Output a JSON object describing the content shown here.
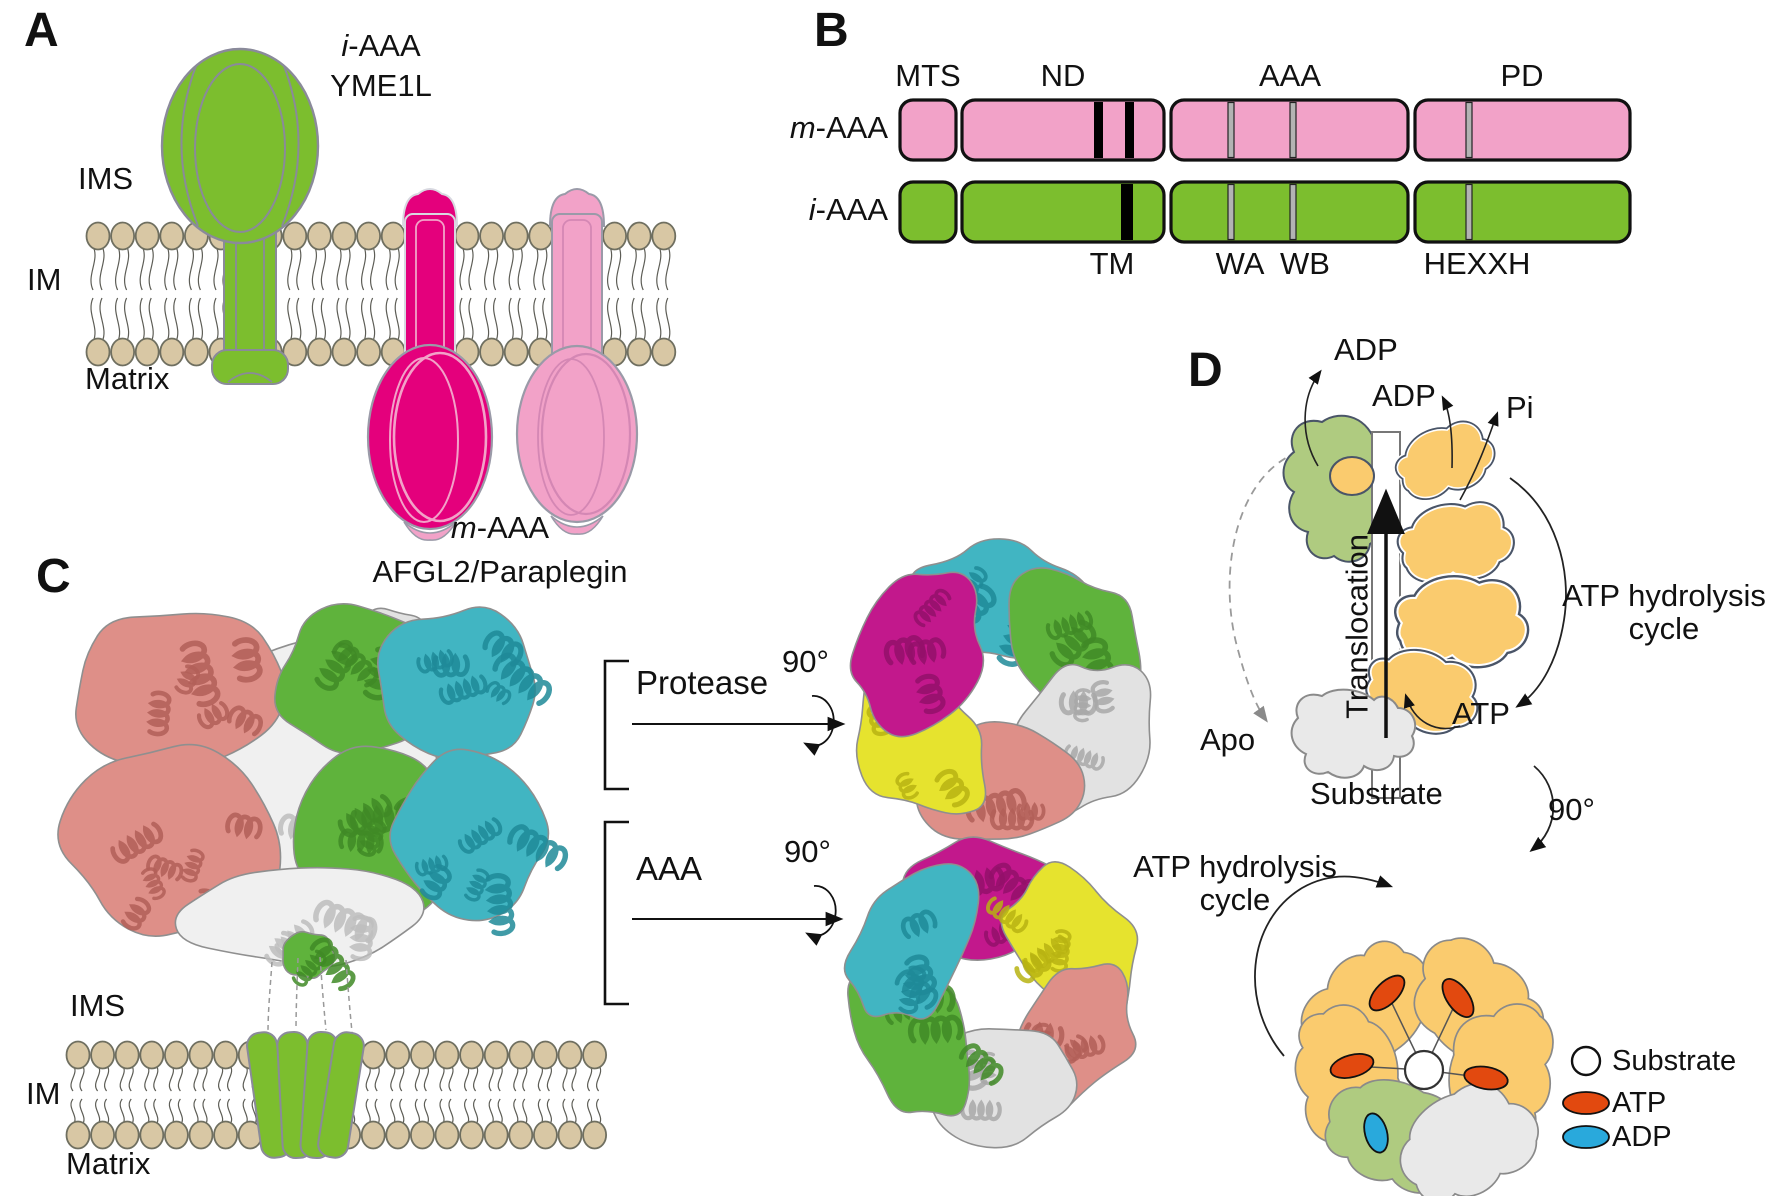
{
  "palette": {
    "green": "#7CBE2E",
    "greenDark": "#55901c",
    "pink": "#F2A2C8",
    "pinkDark": "#d487b4",
    "magenta": "#E4007C",
    "lipidHead": "#D8C7A4",
    "lipidStroke": "#6f6f60",
    "salmon": "#DE8F88",
    "salmonDark": "#b25f58",
    "ribbonWhite": "#F0F0F0",
    "ribbonWhiteDark": "#bdbdbd",
    "ribbonGray": "#E2E2E2",
    "ribbonGrayDark": "#a8a8a8",
    "ribbonGreen": "#5FB33C",
    "ribbonGreenDark": "#3f8a26",
    "cyan": "#41B5C2",
    "cyanDark": "#1f8a98",
    "ribbonMagenta": "#C2188C",
    "ribbonMagentaDark": "#93106a",
    "yellow": "#E6E32E",
    "yellowDark": "#b7b312",
    "dOrange": "#FACB6E",
    "dOrangeStroke": "#4a5568",
    "dGreen": "#AFCB80",
    "dGray": "#E9E9E9",
    "atpRed": "#E2490F",
    "adpBlue": "#29A9DC",
    "ink": "#111111"
  },
  "panelA": {
    "letter": "A",
    "protein1": {
      "prefix": "i",
      "rest": "-AAA",
      "name": "YME1L"
    },
    "ims": "IMS",
    "im": "IM",
    "matrix": "Matrix",
    "protein2": {
      "prefix": "m",
      "rest": "-AAA",
      "name": "AFGL2/Paraplegin"
    }
  },
  "panelB": {
    "letter": "B",
    "rows": [
      {
        "prefix": "m",
        "rest": "-AAA"
      },
      {
        "prefix": "i",
        "rest": "-AAA"
      }
    ],
    "domain_labels": [
      "MTS",
      "ND",
      "AAA",
      "PD"
    ],
    "motif_labels": [
      "TM",
      "WA",
      "WB",
      "HEXXH"
    ]
  },
  "panelC": {
    "letter": "C",
    "bracket1": "Protease",
    "bracket2": "AAA",
    "rotation1": "90°",
    "rotation2": "90°",
    "ims": "IMS",
    "im": "IM",
    "matrix": "Matrix"
  },
  "panelD": {
    "letter": "D",
    "adp_release1": "ADP",
    "adp_release2": "ADP",
    "pi": "Pi",
    "translocation": "Translocation",
    "apo": "Apo",
    "atp": "ATP",
    "substrate": "Substrate",
    "cycle_side_line1": "ATP hydrolysis",
    "cycle_side_line2": "cycle",
    "rotation": "90°",
    "cycle_bottom_line1": "ATP hydrolysis",
    "cycle_bottom_line2": "cycle",
    "legend": [
      {
        "glyph": "substrate-circle",
        "label": "Substrate"
      },
      {
        "glyph": "atp-oval",
        "label": "ATP"
      },
      {
        "glyph": "adp-oval",
        "label": "ADP"
      }
    ]
  }
}
